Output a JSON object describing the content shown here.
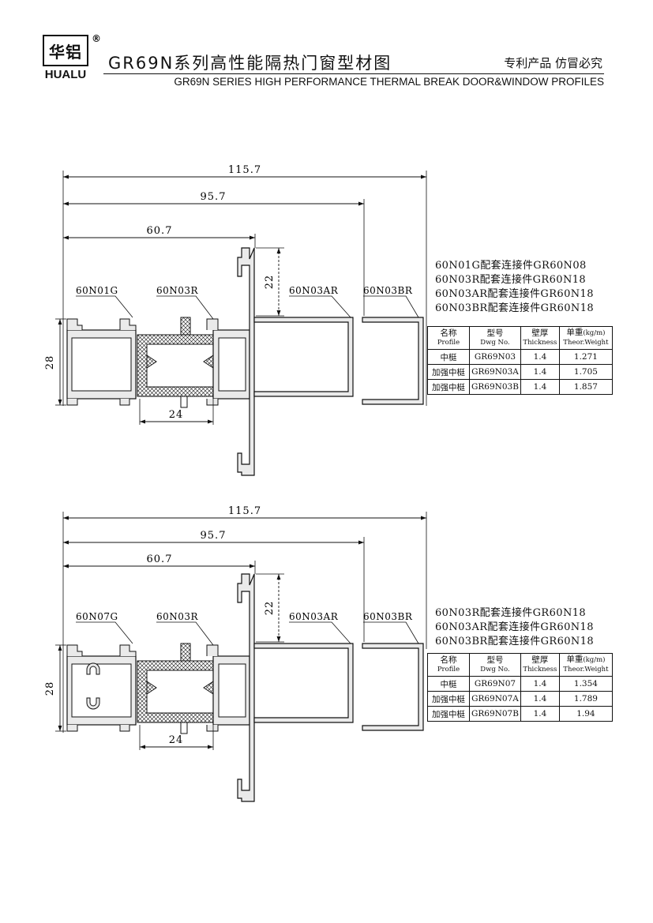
{
  "header": {
    "logo_cn": "华铝",
    "logo_reg": "®",
    "logo_en": "HUALU",
    "title_cn": "GR69N系列高性能隔热门窗型材图",
    "slogan": "专利产品  仿冒必究",
    "title_en": "GR69N SERIES HIGH PERFORMANCE THERMAL BREAK DOOR&WINDOW PROFILES"
  },
  "drawing1": {
    "dims": {
      "overall": "115.7",
      "mid": "95.7",
      "short": "60.7",
      "height": "28",
      "lip": "22",
      "width24": "24"
    },
    "callouts": {
      "frame": "60N01G",
      "mullion": "60N03R",
      "reinf_a": "60N03AR",
      "reinf_b": "60N03BR"
    },
    "connectors": [
      "60N01G配套连接件GR60N08",
      "60N03R配套连接件GR60N18",
      "60N03AR配套连接件GR60N18",
      "60N03BR配套连接件GR60N18"
    ],
    "table": {
      "headers": [
        {
          "cn": "名称",
          "en": "Profile"
        },
        {
          "cn": "型号",
          "en": "Dwg No."
        },
        {
          "cn": "壁厚",
          "en": "Thickness"
        },
        {
          "cn": "单重",
          "unit": "(kg/m)",
          "en": "Theor.Weight"
        }
      ],
      "rows": [
        [
          "中梃",
          "GR69N03",
          "1.4",
          "1.271"
        ],
        [
          "加强中梃",
          "GR69N03A",
          "1.4",
          "1.705"
        ],
        [
          "加强中梃",
          "GR69N03B",
          "1.4",
          "1.857"
        ]
      ]
    }
  },
  "drawing2": {
    "dims": {
      "overall": "115.7",
      "mid": "95.7",
      "short": "60.7",
      "height": "28",
      "lip": "22",
      "width24": "24"
    },
    "callouts": {
      "frame": "60N07G",
      "mullion": "60N03R",
      "reinf_a": "60N03AR",
      "reinf_b": "60N03BR"
    },
    "connectors": [
      "60N03R配套连接件GR60N18",
      "60N03AR配套连接件GR60N18",
      "60N03BR配套连接件GR60N18"
    ],
    "table": {
      "headers": [
        {
          "cn": "名称",
          "en": "Profile"
        },
        {
          "cn": "型号",
          "en": "Dwg No."
        },
        {
          "cn": "壁厚",
          "en": "Thickness"
        },
        {
          "cn": "单重",
          "unit": "(kg/m)",
          "en": "Theor.Weight"
        }
      ],
      "rows": [
        [
          "中梃",
          "GR69N07",
          "1.4",
          "1.354"
        ],
        [
          "加强中梃",
          "GR69N07A",
          "1.4",
          "1.789"
        ],
        [
          "加强中梃",
          "GR69N07B",
          "1.4",
          "1.94"
        ]
      ]
    }
  }
}
